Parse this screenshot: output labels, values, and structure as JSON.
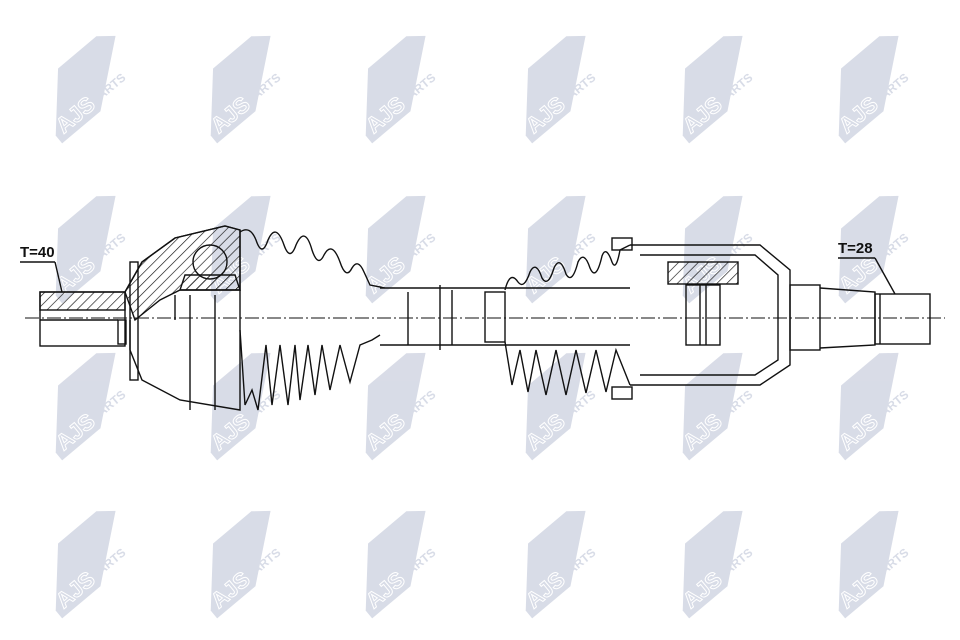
{
  "watermark": {
    "brand": "AJS",
    "suffix": "PARTS",
    "color": "#b9c0d4"
  },
  "labels": {
    "left_teeth": "T=40",
    "right_teeth": "T=28"
  },
  "line_color": "#111111"
}
